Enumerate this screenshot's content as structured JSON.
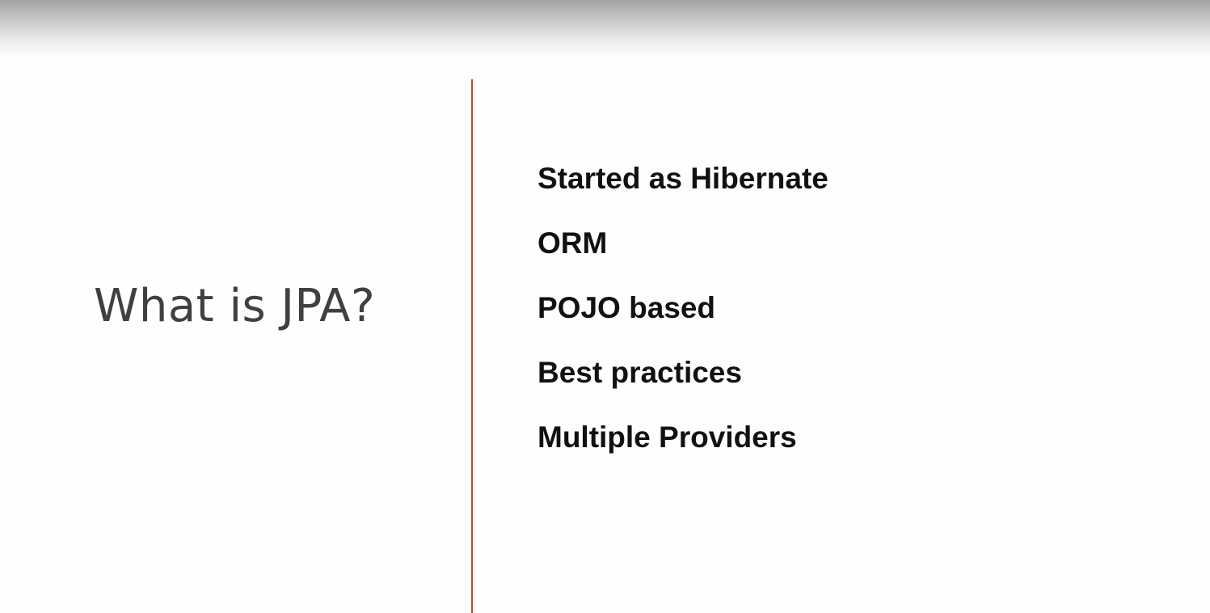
{
  "slide": {
    "title": "What is JPA?",
    "accent_color": "#b4532a",
    "points": [
      "Started as Hibernate",
      "ORM",
      "POJO based",
      "Best practices",
      "Multiple Providers"
    ]
  }
}
